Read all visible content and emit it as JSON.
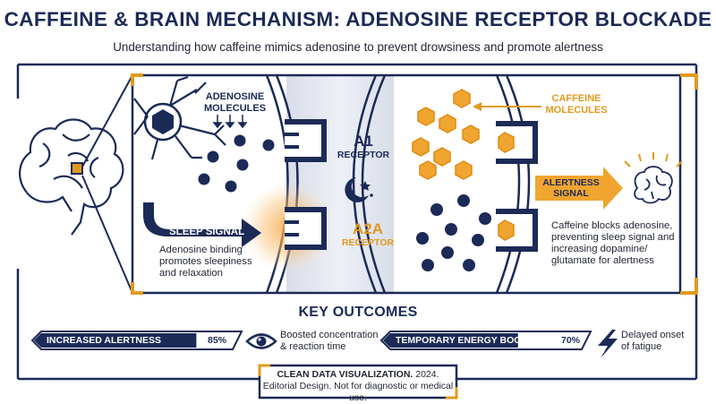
{
  "header": {
    "title": "CAFFEINE & BRAIN MECHANISM: ADENOSINE RECEPTOR BLOCKADE",
    "subtitle": "Understanding how caffeine mimics adenosine to prevent drowsiness and promote alertness"
  },
  "left_panel": {
    "adenosine_label_1": "ADENOSINE",
    "adenosine_label_2": "MOLECULES",
    "a1_label": "A1",
    "a1_sub": "RECEPTOR",
    "a2a_label": "A2A",
    "a2a_sub": "RECEPTOR",
    "sleep_signal": "SLEEP SIGNAL",
    "sleep_desc_1": "Adenosine binding",
    "sleep_desc_2": "promotes sleepiness",
    "sleep_desc_3": "and relaxation"
  },
  "right_panel": {
    "caffeine_label_1": "CAFFEINE",
    "caffeine_label_2": "MOLECULES",
    "alertness_1": "ALERTNESS",
    "alertness_2": "SIGNAL",
    "desc_1": "Caffeine blocks adenosine,",
    "desc_2": "preventing sleep signal and",
    "desc_3": "increasing dopamine/",
    "desc_4": "glutamate for alertness"
  },
  "outcomes": {
    "heading": "KEY OUTCOMES",
    "items": [
      {
        "label": "INCREASED ALERTNESS",
        "value": "85%",
        "fraction": 0.85
      },
      {
        "label": "TEMPORARY ENERGY BOOST",
        "value": "70%",
        "fraction": 0.7
      }
    ],
    "focus_1": "Boosted concentration",
    "focus_2": "& reaction time",
    "energy_1": "Delayed onset",
    "energy_2": "of fatigue"
  },
  "footer": {
    "line1_bold": "CLEAN DATA VISUALIZATION.",
    "line1_rest": " 2024.",
    "line2": "Editorial Design. Not for diagnostic or medical use."
  },
  "colors": {
    "navy": "#1b2a57",
    "orange": "#e09a1e",
    "panel_gray": "#e8ebf2"
  },
  "icons": [
    "brain-icon",
    "neuron-icon",
    "moon-icon",
    "eye-icon",
    "lightning-icon",
    "brain-small-icon"
  ]
}
